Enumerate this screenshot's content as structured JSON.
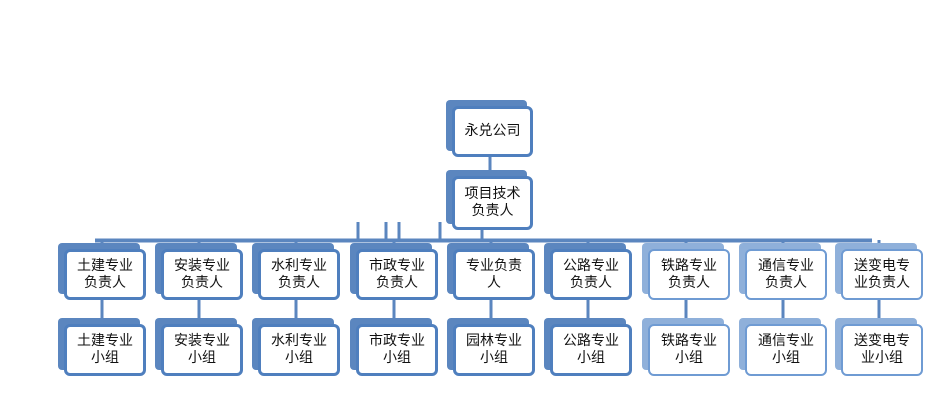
{
  "org_chart": {
    "root": "永兑公司",
    "manager": "项目技术\n负责人",
    "leads": [
      {
        "label": "土建专业\n负责人",
        "group": "土建专业\n小组"
      },
      {
        "label": "安装专业\n负责人",
        "group": "安装专业\n小组"
      },
      {
        "label": "水利专业\n负责人",
        "group": "水利专业\n小组"
      },
      {
        "label": "市政专业\n负责人",
        "group": "市政专业\n小组"
      },
      {
        "label": "专业负责\n人",
        "group": "园林专业\n小组"
      },
      {
        "label": "公路专业\n负责人",
        "group": "公路专业\n小组"
      },
      {
        "label": "铁路专业\n负责人",
        "group": "铁路专业\n小组"
      },
      {
        "label": "通信专业\n负责人",
        "group": "通信专业\n小组"
      },
      {
        "label": "送变电专\n业负责人",
        "group": "送变电专\n业小组"
      }
    ]
  },
  "colors": {
    "box_border": "#4F7FBE",
    "shadow": "#5B86BF",
    "light_border": "#6F9BD3",
    "connector": "#5B86BF"
  }
}
